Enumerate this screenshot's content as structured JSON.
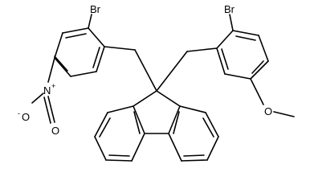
{
  "figure": {
    "kind": "chemical-structure",
    "colors": {
      "bond": "#000000",
      "text": "#000000",
      "background": "#ffffff"
    }
  },
  "labels": {
    "br_left": "Br",
    "br_right": "Br",
    "oxygen_nitro_minus": "O",
    "nitro_minus_sign": "-",
    "nitrogen": "N",
    "nitro_plus_sign": "+",
    "oxygen_nitro_double": "O",
    "oxygen_methoxy": "O"
  }
}
